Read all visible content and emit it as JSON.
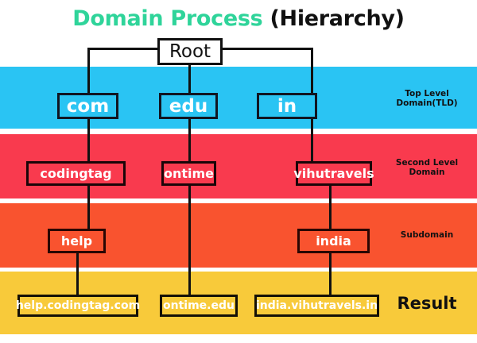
{
  "title": {
    "highlight": "Domain Process",
    "rest": "(Hierarchy)",
    "highlight_color": "#2fd49a",
    "rest_color": "#111111"
  },
  "bands": [
    {
      "key": "tld",
      "label": "Top Level\nDomain(TLD)",
      "label_line1": "Top Level",
      "label_line2": "Domain(TLD)",
      "color": "#2ac4f3"
    },
    {
      "key": "second",
      "label_line1": "Second Level",
      "label_line2": "Domain",
      "color": "#f93a4e"
    },
    {
      "key": "subdomain",
      "label_line1": "Subdomain",
      "label_line2": "",
      "color": "#f9532f"
    },
    {
      "key": "result",
      "label_line1": "Result",
      "label_line2": "",
      "color": "#f8ca3a"
    }
  ],
  "nodes": {
    "root": "Root",
    "tld": [
      "com",
      "edu",
      "in"
    ],
    "second_level": [
      "codingtag",
      "ontime",
      "vihutravels"
    ],
    "subdomain": [
      "help",
      "india"
    ],
    "result": [
      "help.codingtag.com",
      "ontime.edu",
      "india.vihutravels.in"
    ]
  }
}
